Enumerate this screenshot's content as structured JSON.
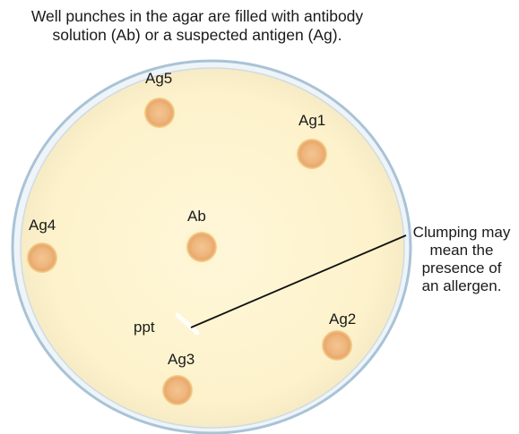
{
  "caption": {
    "line1": "Well punches in the agar are filled with antibody",
    "line2": "solution (Ab) or a suspected antigen (Ag)."
  },
  "wells": [
    {
      "id": "ag5",
      "label": "Ag5"
    },
    {
      "id": "ag1",
      "label": "Ag1"
    },
    {
      "id": "ab",
      "label": "Ab"
    },
    {
      "id": "ag4",
      "label": "Ag4"
    },
    {
      "id": "ag2",
      "label": "Ag2"
    },
    {
      "id": "ag3",
      "label": "Ag3"
    }
  ],
  "precipitate_label": "ppt",
  "callout": {
    "line1": "Clumping may",
    "line2": "mean the",
    "line3": "presence of",
    "line4": "an allergen."
  },
  "colors": {
    "agar": "#fdf3cf",
    "dish_rim": "#a9c3d6",
    "well_fill": "#efb778",
    "well_ring": "#f2d089",
    "leader_line": "#111111"
  }
}
